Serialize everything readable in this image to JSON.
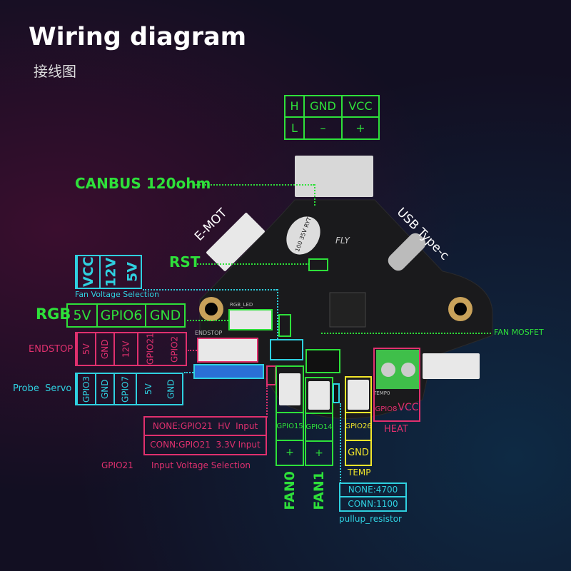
{
  "title": "Wiring diagram",
  "subtitle": "接线图",
  "can_table": {
    "rows": [
      [
        "H",
        "GND",
        "VCC"
      ],
      [
        "L",
        "–",
        "+"
      ]
    ]
  },
  "labels": {
    "canbus": "CANBUS 120ohm",
    "rst": "RST",
    "emot": "E-MOT",
    "usb": "USB Type-c",
    "fan_mosfet": "FAN MOSFET",
    "rgb": "RGB",
    "endstop": "ENDSTOP",
    "probe_servo": "Probe  Servo",
    "fan_voltage_selection": "Fan Voltage Selection",
    "gpio21": "GPIO21",
    "input_voltage_selection": "Input Voltage Selection",
    "fan0": "FAN0",
    "fan1": "FAN1",
    "temp": "TEMP",
    "heat": "HEAT",
    "pullup": "pullup_resistor"
  },
  "fan_voltage": [
    "VCC",
    "12V",
    "5V"
  ],
  "rgb_pins": [
    "5V",
    "GPIO6",
    "GND"
  ],
  "endstop_pins": [
    "5V",
    "GND",
    "12V",
    "GPIO21",
    "GPIO2"
  ],
  "probe_pins": [
    "GPIO3",
    "GND",
    "GPIO7",
    "5V",
    "GND"
  ],
  "input_voltage": [
    "NONE:GPIO21  HV  Input",
    "CONN:GPIO21  3.3V Input"
  ],
  "fan0_pins": [
    "GPIO15",
    "+"
  ],
  "fan1_pins": [
    "GPIO14",
    "+"
  ],
  "temp_pins": [
    "GPIO26",
    "GND"
  ],
  "heat_pins": [
    "GPIO8",
    "VCC"
  ],
  "pullup": [
    "NONE:4700",
    "CONN:1100"
  ],
  "silk": {
    "fly": "FLY",
    "cap": "100 35V RYT",
    "rgb_led": "RGB_LED",
    "endstop": "ENDSTOP",
    "temp0": "TEMP0"
  },
  "colors": {
    "green": "#2ee03a",
    "cyan": "#2fd0e0",
    "pink": "#e0306e",
    "yellow": "#f2e62a",
    "background": "#120f22"
  }
}
